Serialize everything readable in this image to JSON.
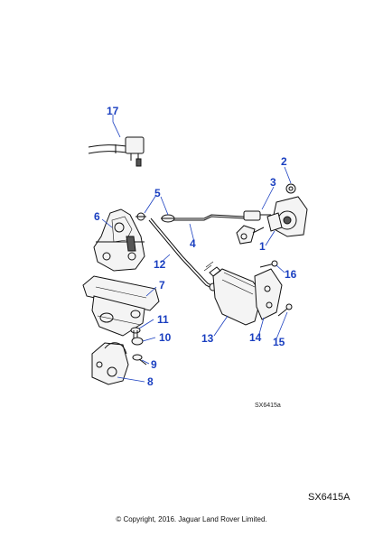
{
  "diagram": {
    "callouts": [
      {
        "id": "c1",
        "label": "1"
      },
      {
        "id": "c2",
        "label": "2"
      },
      {
        "id": "c3",
        "label": "3"
      },
      {
        "id": "c4",
        "label": "4"
      },
      {
        "id": "c5",
        "label": "5"
      },
      {
        "id": "c6",
        "label": "6"
      },
      {
        "id": "c7",
        "label": "7"
      },
      {
        "id": "c8",
        "label": "8"
      },
      {
        "id": "c9",
        "label": "9"
      },
      {
        "id": "c10",
        "label": "10"
      },
      {
        "id": "c11",
        "label": "11"
      },
      {
        "id": "c12",
        "label": "12"
      },
      {
        "id": "c13",
        "label": "13"
      },
      {
        "id": "c14",
        "label": "14"
      },
      {
        "id": "c15",
        "label": "15"
      },
      {
        "id": "c16",
        "label": "16"
      },
      {
        "id": "c17",
        "label": "17"
      }
    ],
    "reference_small": "SX6415a",
    "reference_large": "SX6415A",
    "copyright": "© Copyright, 2016. Jaguar Land Rover Limited.",
    "callout_color": "#1a3fc0"
  }
}
